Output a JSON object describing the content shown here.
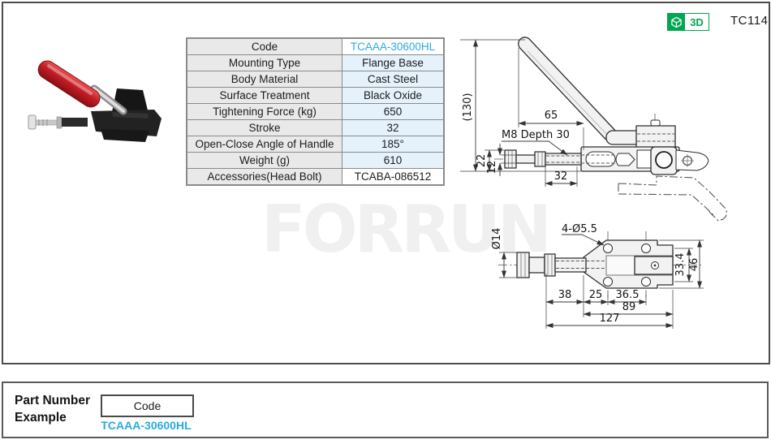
{
  "page": {
    "catalog_code": "TC114",
    "watermark": "FORRUN"
  },
  "badge_3d": {
    "label": "3D",
    "color": "#00a651"
  },
  "colors": {
    "accent_blue": "#2aa9e1",
    "badge_green": "#00a651",
    "table_label_bg": "#e9e9e9",
    "table_value_alt_bg": "#e6f2fb",
    "table_border": "#8a8a8a",
    "handle_red": "#c11e24"
  },
  "spec_table": {
    "rows": [
      {
        "label": "Code",
        "value": "TCAAA-30600HL"
      },
      {
        "label": "Mounting Type",
        "value": "Flange Base"
      },
      {
        "label": "Body Material",
        "value": "Cast Steel"
      },
      {
        "label": "Surface Treatment",
        "value": "Black Oxide"
      },
      {
        "label": "Tightening Force (kg)",
        "value": "650"
      },
      {
        "label": "Stroke",
        "value": "32"
      },
      {
        "label": "Open-Close  Angle of Handle",
        "value": "185°"
      },
      {
        "label": "Weight (g)",
        "value": "610"
      },
      {
        "label": "Accessories(Head Bolt)",
        "value": "TCABA-086512"
      }
    ]
  },
  "drawing": {
    "side_view": {
      "height_overall": "(130)",
      "handle_reach": "65",
      "thread_note": "M8 Depth 30",
      "rod_head": "22",
      "rod_dia": "12",
      "stroke_len": "32"
    },
    "top_view": {
      "plunger_dia": "Ø14",
      "mount_holes": "4-Ø5.5",
      "hole_spacing": "33.4",
      "base_width": "46",
      "len_38": "38",
      "len_25": "25",
      "len_36_5": "36.5",
      "len_89": "89",
      "len_127": "127"
    }
  },
  "part_number_example": {
    "title": "Part Number Example",
    "code_label": "Code",
    "code_value": "TCAAA-30600HL"
  }
}
